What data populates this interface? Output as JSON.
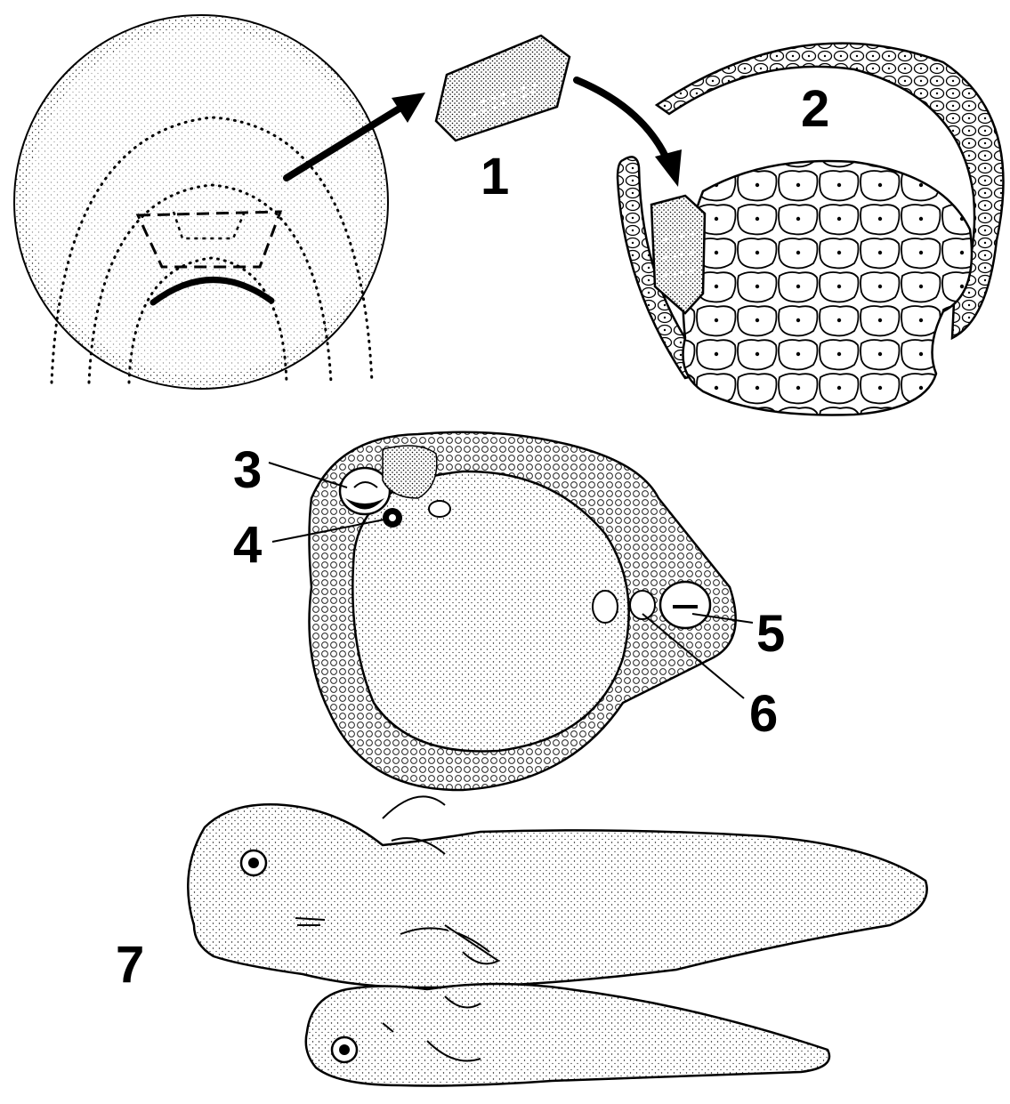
{
  "labels": {
    "l1": "1",
    "l2": "2",
    "l3": "3",
    "l4": "4",
    "l5": "5",
    "l6": "6",
    "l7": "7"
  },
  "colors": {
    "ink": "#000000",
    "paper": "#ffffff",
    "stipple": "#1a1a1a",
    "yolk": "#f7f7f7"
  }
}
